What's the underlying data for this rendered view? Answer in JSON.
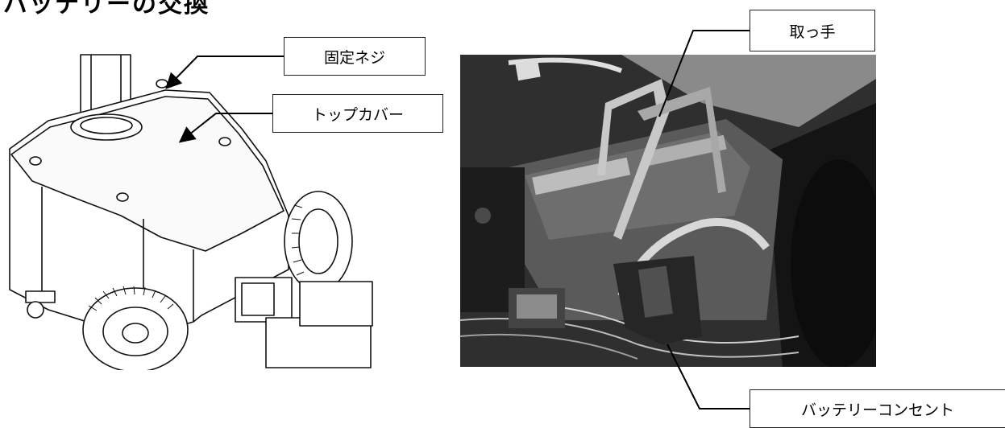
{
  "heading": "バッテリーの交換",
  "callouts": {
    "fixing_screw": "固定ネジ",
    "top_cover": "トップカバー",
    "handle": "取っ手",
    "battery_outlet": "バッテリーコンセント"
  },
  "figures": {
    "left": "unit-line-drawing",
    "right": "battery-compartment-photo"
  }
}
